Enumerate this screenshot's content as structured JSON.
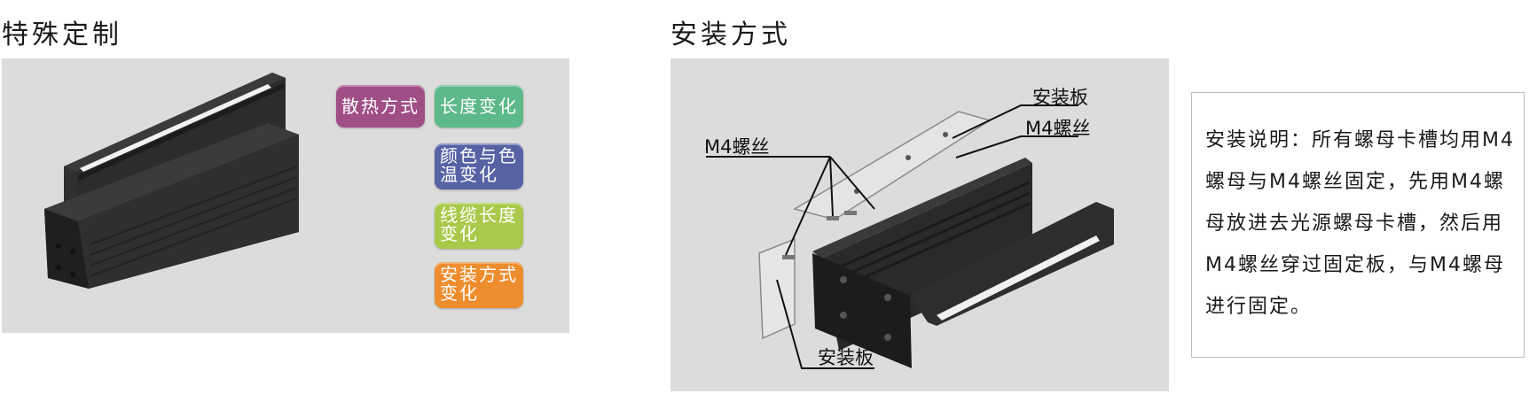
{
  "left_section": {
    "title": "特殊定制",
    "tags": {
      "heat": "散热方式",
      "length": "长度变化",
      "color_line1": "颜色与色",
      "color_line2": "温变化",
      "cable_line1": "线缆长度",
      "cable_line2": "变化",
      "install_line1": "安装方式",
      "install_line2": "变化"
    },
    "tag_colors": {
      "heat": "#a04e86",
      "length": "#5db98a",
      "color": "#5662a3",
      "cable": "#a8c94a",
      "install": "#ee8d2e"
    }
  },
  "right_section": {
    "title": "安装方式",
    "callouts": {
      "plate_top": "安装板",
      "screw_top": "M4螺丝",
      "screw_left": "M4螺丝",
      "plate_bottom": "安装板"
    },
    "instructions": "安装说明：所有螺母卡槽均用M4螺母与M4螺丝固定，先用M4螺母放进去光源螺母卡槽，然后用M4螺丝穿过固定板，与M4螺母进行固定。"
  }
}
